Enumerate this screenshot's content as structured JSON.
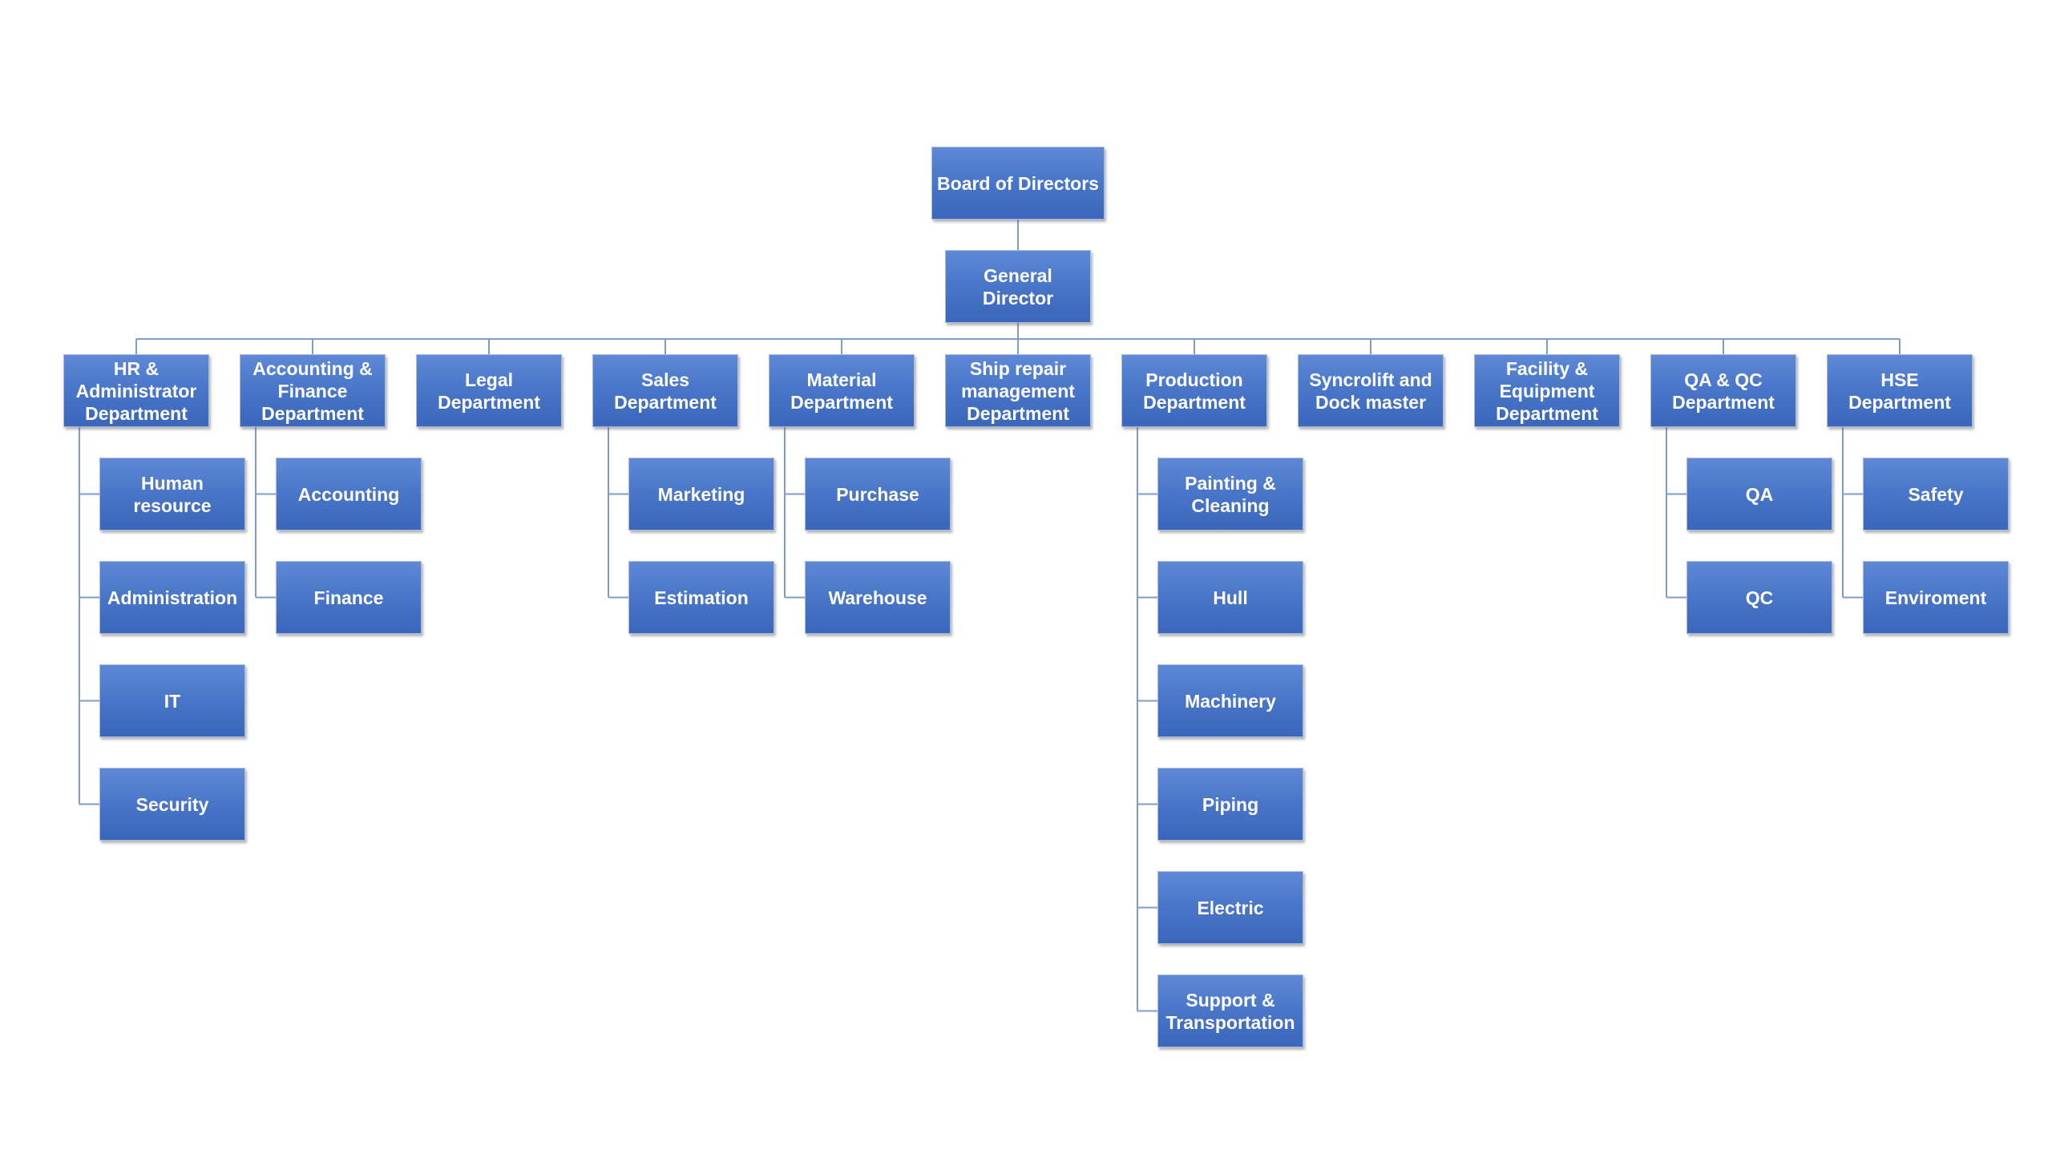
{
  "colors": {
    "node_fill": "#4a77c9",
    "node_text": "#ffffff",
    "connector": "#7f9cc6",
    "background": "#ffffff"
  },
  "nodes": {
    "board": "Board of Directors",
    "general_director": "General Director",
    "departments": [
      {
        "label": "HR &\nAdministrator\nDepartment",
        "children": [
          "Human resource",
          "Administration",
          "IT",
          "Security"
        ]
      },
      {
        "label": "Accounting &\nFinance\nDepartment",
        "children": [
          "Accounting",
          "Finance"
        ]
      },
      {
        "label": "Legal\nDepartment",
        "children": []
      },
      {
        "label": "Sales\nDepartment",
        "children": [
          "Marketing",
          "Estimation"
        ]
      },
      {
        "label": "Material\nDepartment",
        "children": [
          "Purchase",
          "Warehouse"
        ]
      },
      {
        "label": "Ship repair\nmanagement\nDepartment",
        "children": []
      },
      {
        "label": "Production\nDepartment",
        "children": [
          "Painting &\nCleaning",
          "Hull",
          "Machinery",
          "Piping",
          "Electric",
          "Support &\nTransportation"
        ]
      },
      {
        "label": "Syncrolift and\nDock master",
        "children": []
      },
      {
        "label": "Facility &\nEquipment\nDepartment",
        "children": []
      },
      {
        "label": "QA & QC\nDepartment",
        "children": [
          "QA",
          "QC"
        ]
      },
      {
        "label": "HSE Department",
        "children": [
          "Safety",
          "Enviroment"
        ]
      }
    ]
  }
}
